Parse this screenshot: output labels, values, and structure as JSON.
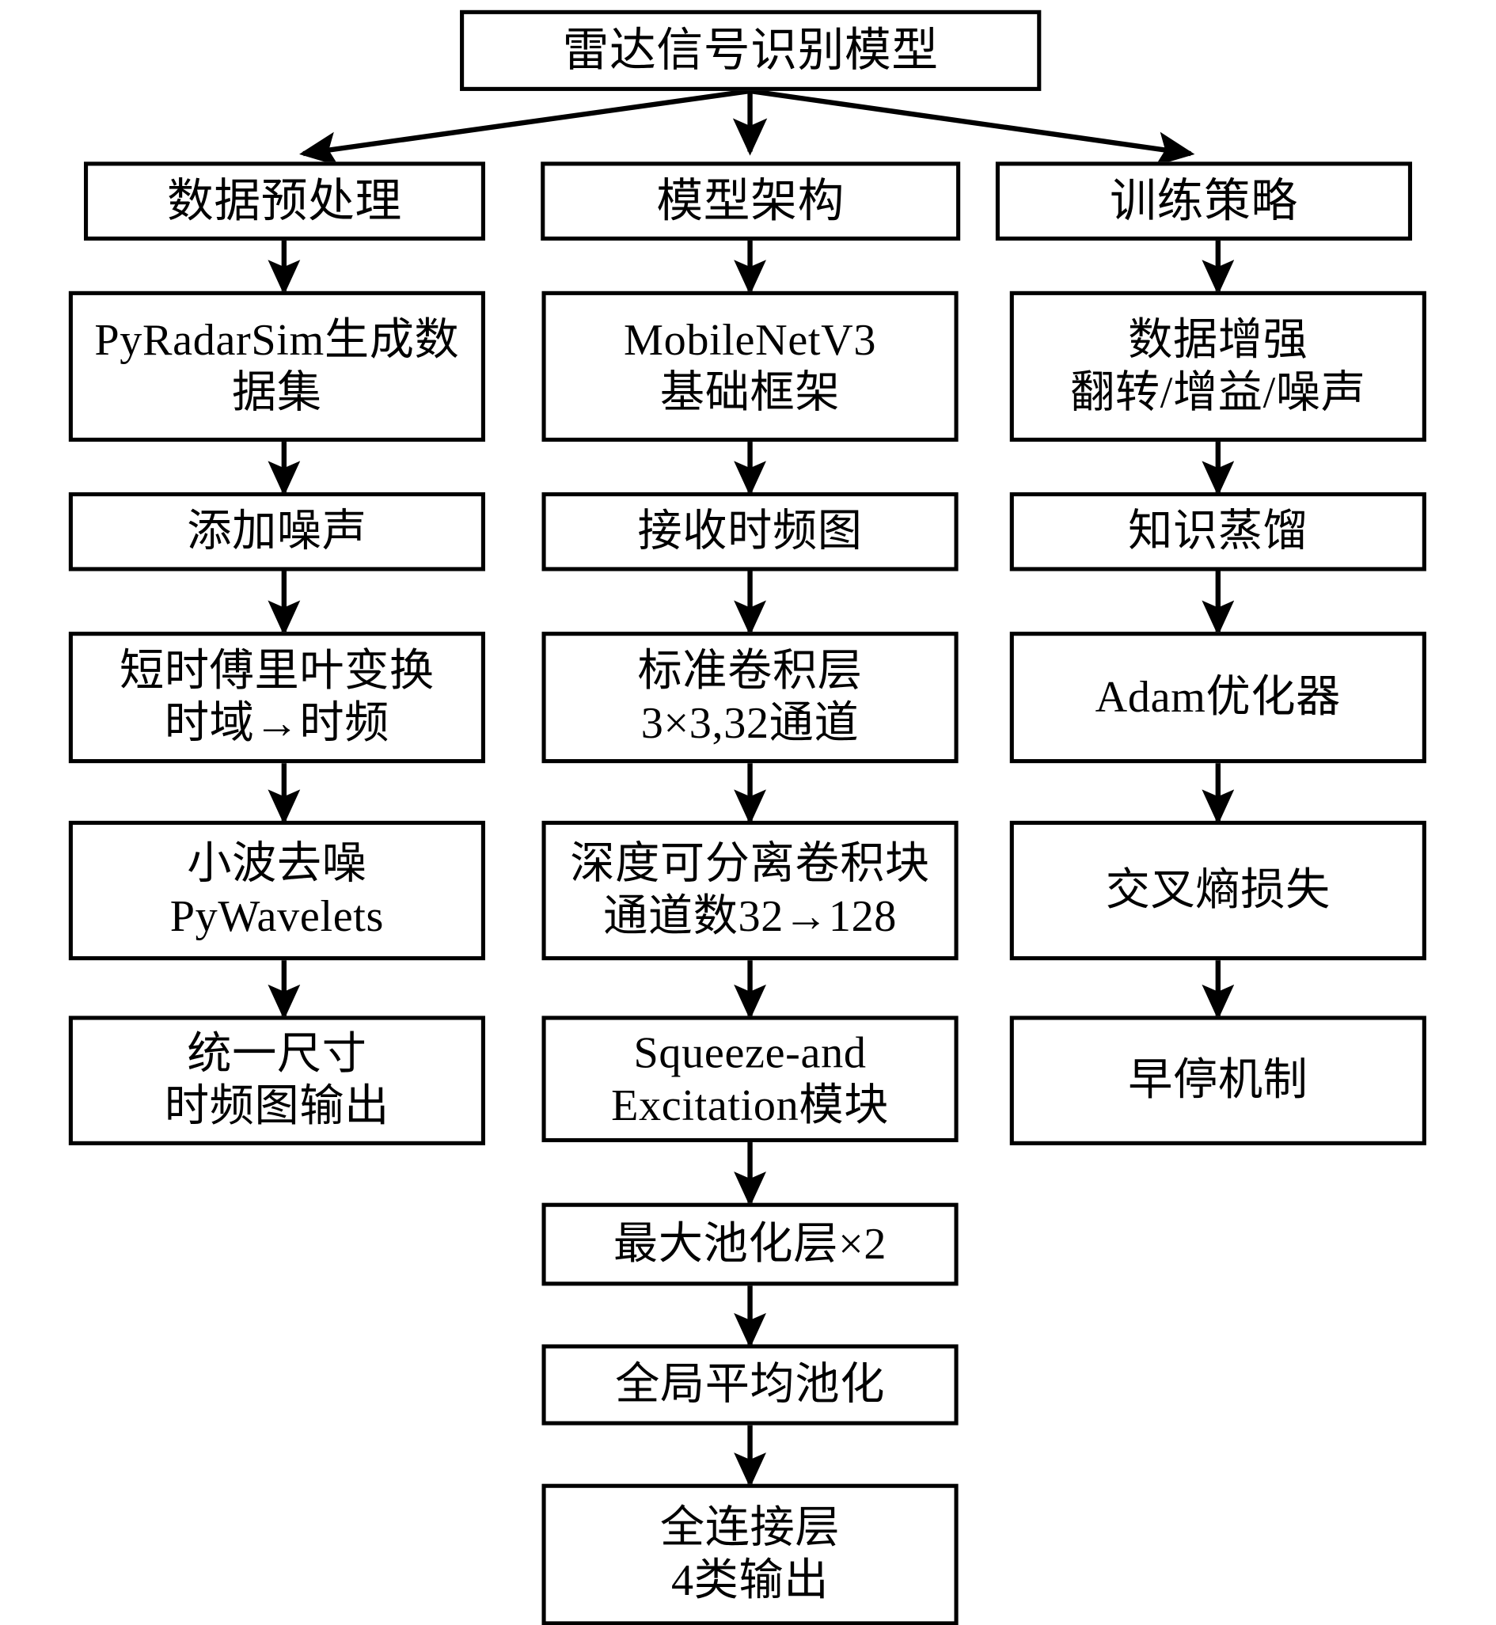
{
  "diagram": {
    "title": "雷达信号识别模型",
    "columns": [
      {
        "header": "数据预处理",
        "nodes": [
          "PyRadarSim生成数\n据集",
          "添加噪声",
          "短时傅里叶变换\n时域→时频",
          "小波去噪\nPyWavelets",
          "统一尺寸\n时频图输出"
        ]
      },
      {
        "header": "模型架构",
        "nodes": [
          "MobileNetV3\n基础框架",
          "接收时频图",
          "标准卷积层\n3×3,32通道",
          "深度可分离卷积块\n通道数32→128",
          "Squeeze-and\nExcitation模块",
          "最大池化层×2",
          "全局平均池化",
          "全连接层\n4类输出"
        ]
      },
      {
        "header": "训练策略",
        "nodes": [
          "数据增强\n翻转/增益/噪声",
          "知识蒸馏",
          "Adam优化器",
          "交叉熵损失",
          "早停机制"
        ]
      }
    ],
    "colors": {
      "stroke": "#000000",
      "fill": "#ffffff",
      "text": "#000000"
    }
  }
}
